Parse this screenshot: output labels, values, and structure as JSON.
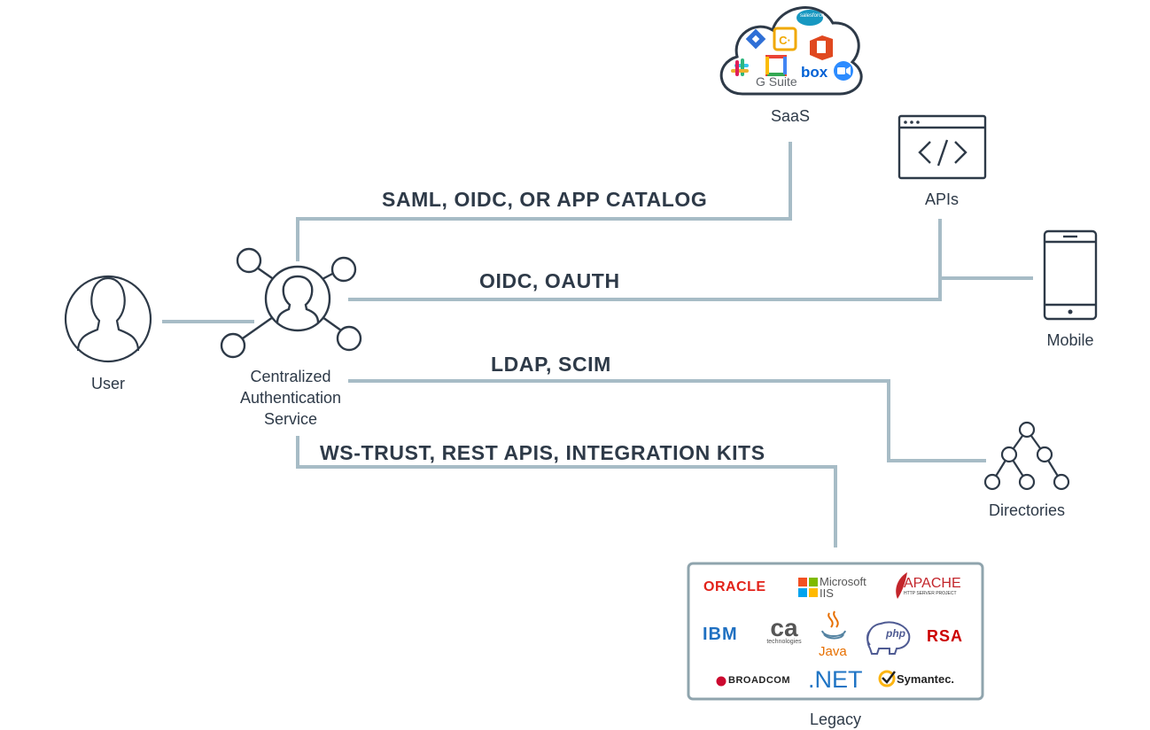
{
  "nodes": {
    "user": "User",
    "auth_service": [
      "Centralized",
      "Authentication",
      "Service"
    ],
    "saas": "SaaS",
    "apis": "APIs",
    "mobile": "Mobile",
    "directories": "Directories",
    "legacy": "Legacy"
  },
  "connections": {
    "saml": "SAML, OIDC, OR APP CATALOG",
    "oidc": "OIDC, OAUTH",
    "ldap": "LDAP, SCIM",
    "wstrust": "WS-TRUST, REST APIS, INTEGRATION KITS"
  },
  "saas_logos": {
    "gsuite": "G Suite",
    "box": "box",
    "salesforce": "salesforce"
  },
  "legacy_logos": {
    "oracle": "ORACLE",
    "microsoft": "Microsoft",
    "iis": "IIS",
    "apache": "APACHE",
    "apache_sub": "HTTP SERVER PROJECT",
    "ibm": "IBM",
    "ca": "ca",
    "ca_sub": "technologies",
    "java": "Java",
    "php": "php",
    "rsa": "RSA",
    "broadcom": "BROADCOM",
    "dotnet": ".NET",
    "symantec": "Symantec."
  },
  "colors": {
    "line": "#a7bcc6",
    "ink": "#2e3a48",
    "box_border": "#8fa4ad"
  }
}
